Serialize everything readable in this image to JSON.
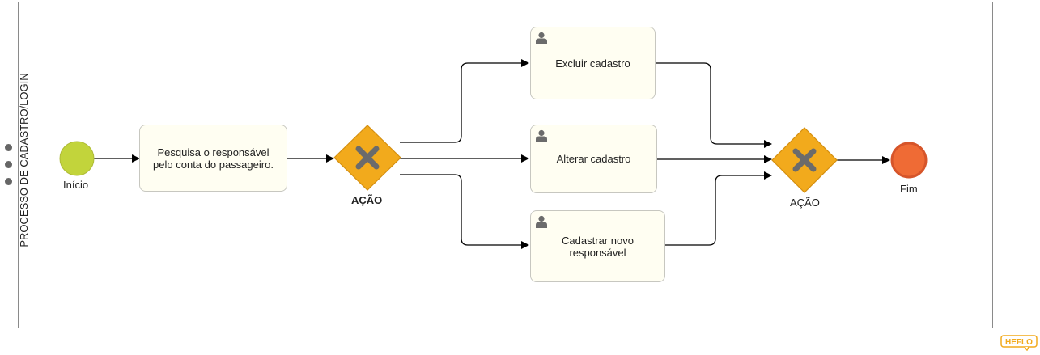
{
  "pool": {
    "lane_label": "PROCESSO DE CADASTRO/LOGIN"
  },
  "events": {
    "start": {
      "label": "Início",
      "color": "#c2d43b"
    },
    "end": {
      "label": "Fim",
      "color": "#ef6b35"
    }
  },
  "tasks": {
    "search": {
      "label": "Pesquisa o responsável pelo conta do passageiro."
    },
    "delete": {
      "label": "Excluir cadastro"
    },
    "alter": {
      "label": "Alterar cadastro"
    },
    "register": {
      "label": "Cadastrar novo responsável"
    }
  },
  "gateways": {
    "split": {
      "label": "AÇÃO"
    },
    "join": {
      "label": "AÇÃO"
    },
    "color": "#f2aa1c"
  },
  "brand": {
    "logo_text": "HEFLO"
  }
}
